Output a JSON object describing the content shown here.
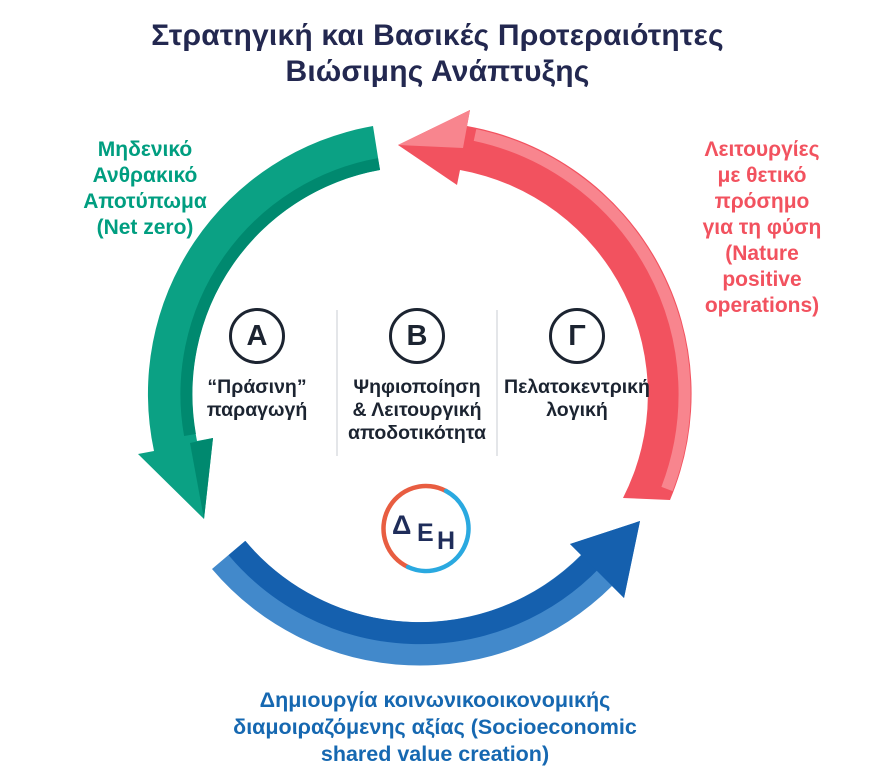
{
  "title": {
    "lines": [
      "Στρατηγική και Βασικές Προτεραιότητες",
      "Βιώσιμης Ανάπτυξης"
    ]
  },
  "ring_labels": {
    "net_zero": {
      "lines": [
        "Μηδενικό",
        "Ανθρακικό",
        "Αποτύπωμα",
        "(Net zero)"
      ]
    },
    "nature_positive": {
      "lines": [
        "Λειτουργίες",
        "με θετικό",
        "πρόσημο",
        "για τη φύση",
        "(Nature",
        "positive",
        "operations)"
      ]
    },
    "shared_value": {
      "lines": [
        "Δημιουργία κοινωνικοοικονομικής",
        "διαμοιραζόμενης αξίας (Socioeconomic",
        "shared value creation)"
      ]
    }
  },
  "pillars": [
    {
      "letter": "Α",
      "lines": [
        "“Πράσινη”",
        "παραγωγή",
        ""
      ]
    },
    {
      "letter": "Β",
      "lines": [
        "Ψηφιοποίηση",
        "& Λειτουργική",
        "αποδοτικότητα"
      ]
    },
    {
      "letter": "Γ",
      "lines": [
        "Πελατοκεντρική",
        "λογική",
        ""
      ]
    }
  ],
  "logo": {
    "letters": [
      "Δ",
      "Ε",
      "Η"
    ]
  },
  "colors": {
    "title_navy": "#232850",
    "pillar_dark": "#1c2431",
    "green": "#0ba184",
    "green_dark": "#00896f",
    "green_text": "#009e80",
    "red": "#f2525f",
    "red_light": "#f8858e",
    "blue_dark": "#1560ae",
    "blue_light": "#4289cb",
    "blue_text": "#1668b1",
    "logo_orange": "#e85d41",
    "logo_blue": "#2aa9e0",
    "logo_navy": "#1f2d5a",
    "divider_gray": "#e4e6e9"
  }
}
